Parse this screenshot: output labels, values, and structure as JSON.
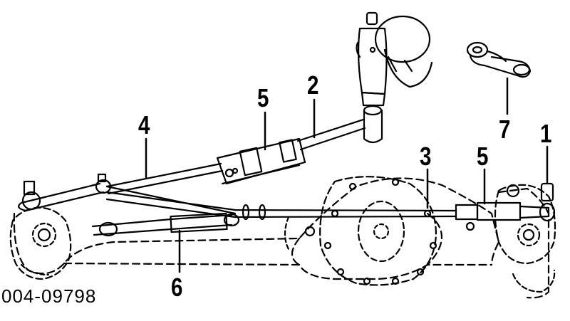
{
  "drawing_id": "004-09798",
  "callouts": [
    {
      "label": "1",
      "part": "tie-rod-end-right"
    },
    {
      "label": "2",
      "part": "steering-damper-to-gear-rod"
    },
    {
      "label": "3",
      "part": "tie-rod"
    },
    {
      "label": "4",
      "part": "drag-link"
    },
    {
      "label": "5",
      "part": "adjuster-sleeve-upper"
    },
    {
      "label": "5",
      "part": "adjuster-sleeve-lower"
    },
    {
      "label": "6",
      "part": "steering-damper"
    },
    {
      "label": "7",
      "part": "pitman-arm"
    }
  ],
  "colors": {
    "line": "#000000",
    "background": "#ffffff"
  }
}
